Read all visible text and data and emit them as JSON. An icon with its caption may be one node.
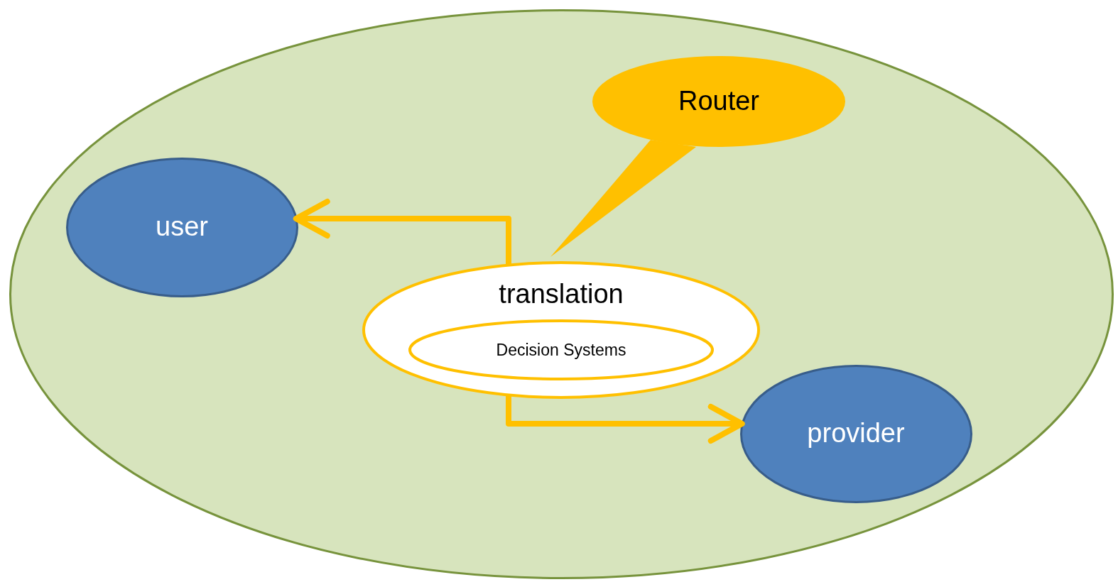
{
  "diagram": {
    "nodes": [
      {
        "text": [],
        "shape": "ellipse"
      },
      {
        "text": [
          "user"
        ],
        "in": 0
      },
      {
        "text": [
          "Router"
        ],
        "in": 0
      },
      {
        "text": [
          "translation"
        ],
        "in": 0
      },
      {
        "text": [
          "Decision Systems"
        ],
        "in": 3
      },
      {
        "text": [
          "provider"
        ],
        "in": 0
      }
    ],
    "edges": [
      {
        "from": 3,
        "to": 1,
        "arrow": "to"
      },
      {
        "from": 3,
        "to": 5,
        "arrow": "to"
      }
    ]
  }
}
